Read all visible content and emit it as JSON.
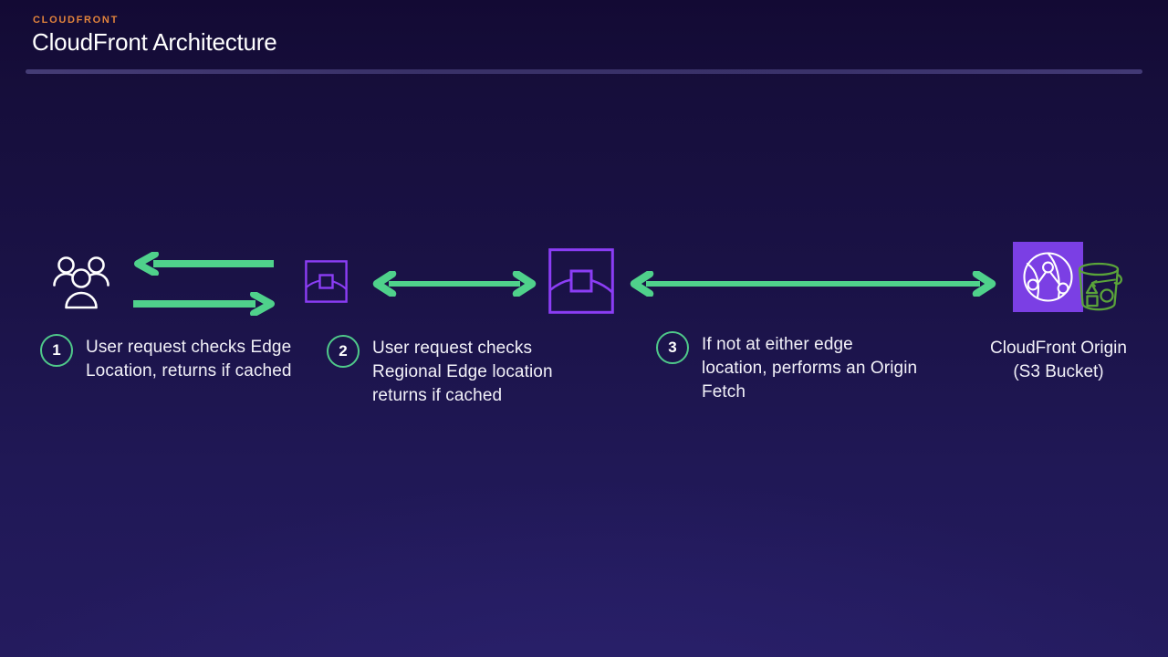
{
  "header": {
    "eyebrow": "CLOUDFRONT",
    "title": "CloudFront Architecture"
  },
  "colors": {
    "accent_orange": "#e2833c",
    "arrow_green": "#4fd18b",
    "badge_green": "#4fc98a",
    "edge_purple": "#8b3df5",
    "cloudfront_purple": "#7b3fe4",
    "s3_green": "#5aa33a",
    "background_top": "#130a34",
    "background_bottom": "#241b5e",
    "text_white": "#f2f1f8"
  },
  "diagram": {
    "nodes": [
      {
        "id": "users",
        "icon": "users-group-icon",
        "label": ""
      },
      {
        "id": "edge-location",
        "icon": "edge-location-icon",
        "label": ""
      },
      {
        "id": "regional-edge-location",
        "icon": "regional-edge-location-icon",
        "label": ""
      },
      {
        "id": "cloudfront-origin",
        "icon": "cloudfront-origin-icon",
        "label_line1": "CloudFront Origin",
        "label_line2": "(S3 Bucket)"
      }
    ],
    "connectors": [
      {
        "id": "users-to-edge-return",
        "direction": "left",
        "heads": 1
      },
      {
        "id": "users-to-edge-request",
        "direction": "right",
        "heads": 1
      },
      {
        "id": "edge-to-regional",
        "direction": "both",
        "heads": 2
      },
      {
        "id": "regional-to-origin",
        "direction": "both",
        "heads": 2
      }
    ],
    "steps": [
      {
        "number": "1",
        "text": "User request checks Edge Location, returns if cached"
      },
      {
        "number": "2",
        "text": "User request checks Regional Edge location returns if cached"
      },
      {
        "number": "3",
        "text": "If not at either edge location, performs an Origin Fetch"
      }
    ]
  }
}
